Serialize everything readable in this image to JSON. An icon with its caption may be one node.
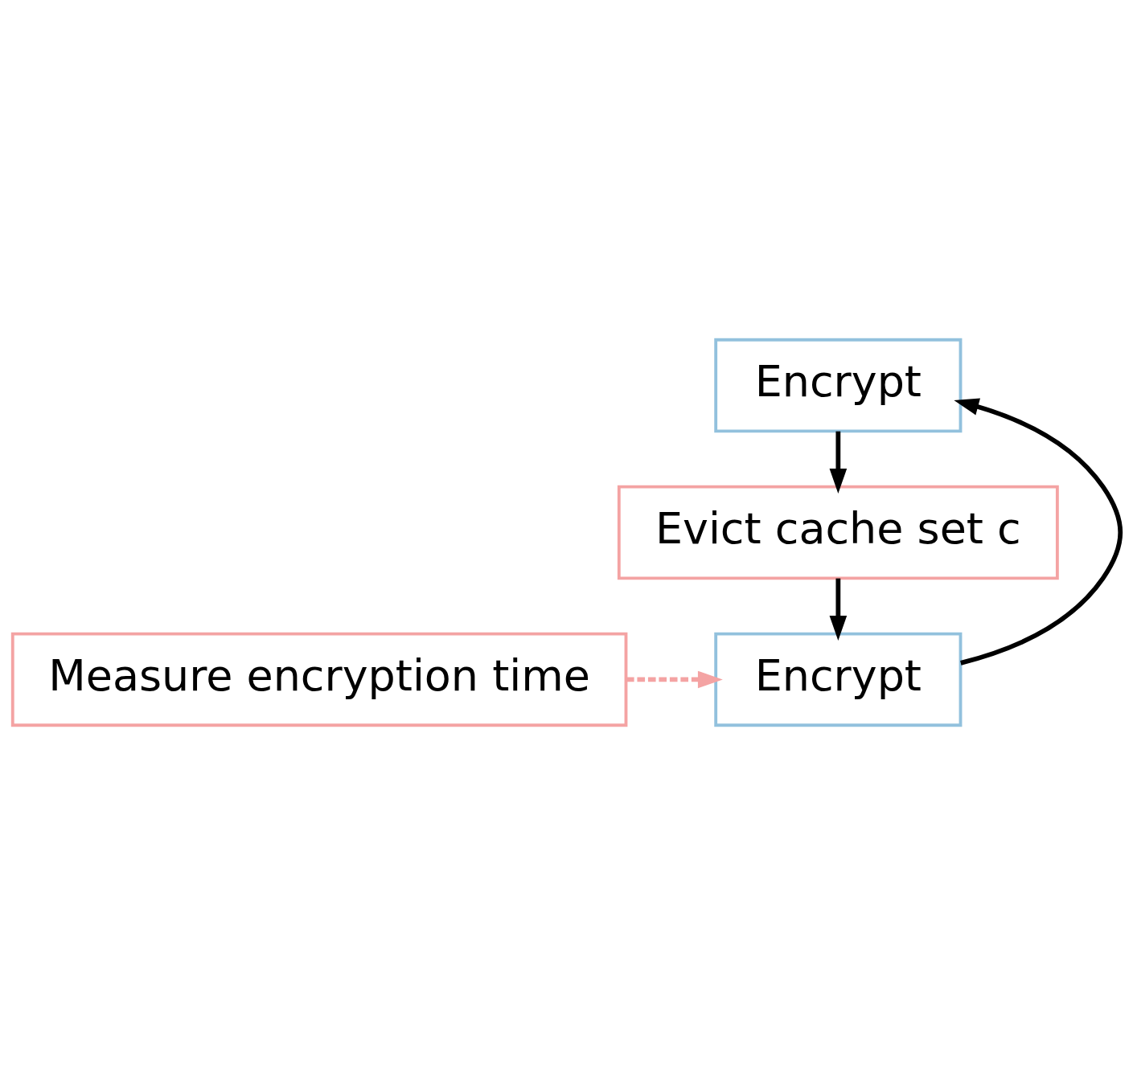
{
  "diagram": {
    "nodes": [
      {
        "text": [
          "Encrypt"
        ]
      },
      {
        "text": [
          "Evict cache set c"
        ]
      },
      {
        "text": [
          "Encrypt"
        ]
      },
      {
        "text": [
          "Measure encryption time"
        ]
      }
    ],
    "edges": [
      {
        "from": 0,
        "to": 1,
        "arrow": "to"
      },
      {
        "from": 1,
        "to": 2,
        "arrow": "to"
      },
      {
        "from": 2,
        "to": 0,
        "arrow": "to"
      },
      {
        "from": 3,
        "to": 2,
        "arrow": "to",
        "style": "dashed",
        "color": "#f4a3a3"
      }
    ]
  }
}
